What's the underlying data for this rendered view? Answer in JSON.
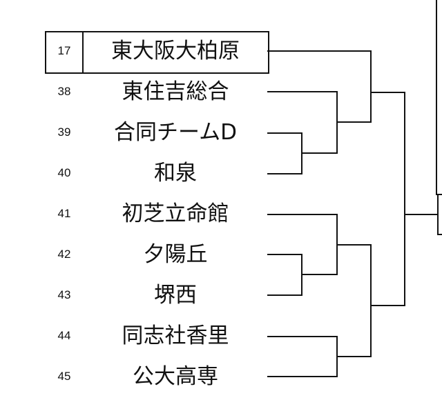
{
  "entries": [
    {
      "number": "17",
      "name": "東大阪大柏原",
      "seeded": true
    },
    {
      "number": "38",
      "name": "東住吉総合"
    },
    {
      "number": "39",
      "name": "合同チームD"
    },
    {
      "number": "40",
      "name": "和泉"
    },
    {
      "number": "41",
      "name": "初芝立命館"
    },
    {
      "number": "42",
      "name": "夕陽丘"
    },
    {
      "number": "43",
      "name": "堺西"
    },
    {
      "number": "44",
      "name": "同志社香里"
    },
    {
      "number": "45",
      "name": "公大高専"
    }
  ],
  "colors": {
    "line": "#111111",
    "background": "#ffffff"
  }
}
